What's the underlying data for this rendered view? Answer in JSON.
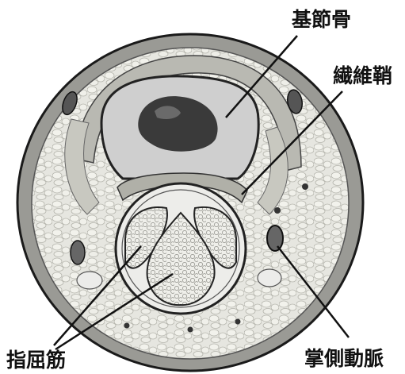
{
  "labels": {
    "proximal_phalanx": "基節骨",
    "fibrous_sheath": "繊維鞘",
    "flexor_tendons": "指屈筋",
    "palmar_digital_artery": "掌側動脈"
  },
  "colors": {
    "background": "#ffffff",
    "skin_outline": "#1a1a1a",
    "subcutaneous_fat": "#e6e6e0",
    "bone_cortex": "#cfcfcf",
    "marrow": "#3a3a3a",
    "tendon": "#d9d9d2",
    "leader_line": "#111111"
  }
}
